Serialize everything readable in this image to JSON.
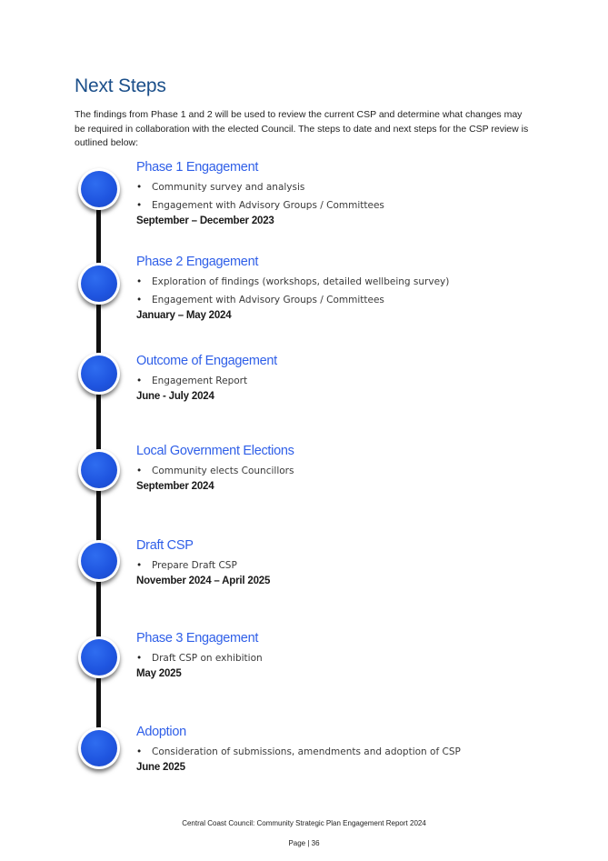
{
  "page": {
    "heading": "Next Steps",
    "intro": "The findings from Phase 1 and 2 will be used to review the current CSP and determine what changes may be required in collaboration with the elected Council. The steps to date and next steps for the CSP review is outlined below:"
  },
  "timeline": {
    "colors": {
      "node": "#1f55e0",
      "node_ring": "#ffffff",
      "connector": "#111111",
      "title": "#2f5fe8"
    },
    "steps": [
      {
        "title": "Phase 1 Engagement",
        "items": [
          "Community survey and analysis",
          "Engagement with Advisory Groups / Committees"
        ],
        "date": "September – December 2023"
      },
      {
        "title": "Phase 2 Engagement",
        "items": [
          "Exploration of findings (workshops, detailed wellbeing survey)",
          "Engagement with Advisory Groups / Committees"
        ],
        "date": "January – May 2024"
      },
      {
        "title": "Outcome of Engagement",
        "items": [
          "Engagement Report"
        ],
        "date": "June - July 2024"
      },
      {
        "title": "Local Government Elections",
        "items": [
          "Community elects Councillors"
        ],
        "date": "September 2024"
      },
      {
        "title": "Draft CSP",
        "items": [
          "Prepare Draft CSP"
        ],
        "date": "November 2024 – April 2025"
      },
      {
        "title": "Phase 3 Engagement",
        "items": [
          "Draft CSP on exhibition"
        ],
        "date": "May 2025"
      },
      {
        "title": "Adoption",
        "items": [
          "Consideration of submissions, amendments and adoption of CSP"
        ],
        "date": "June 2025"
      }
    ]
  },
  "footer": {
    "title": "Central Coast Council: Community Strategic Plan Engagement Report 2024",
    "page": "Page | 36"
  }
}
